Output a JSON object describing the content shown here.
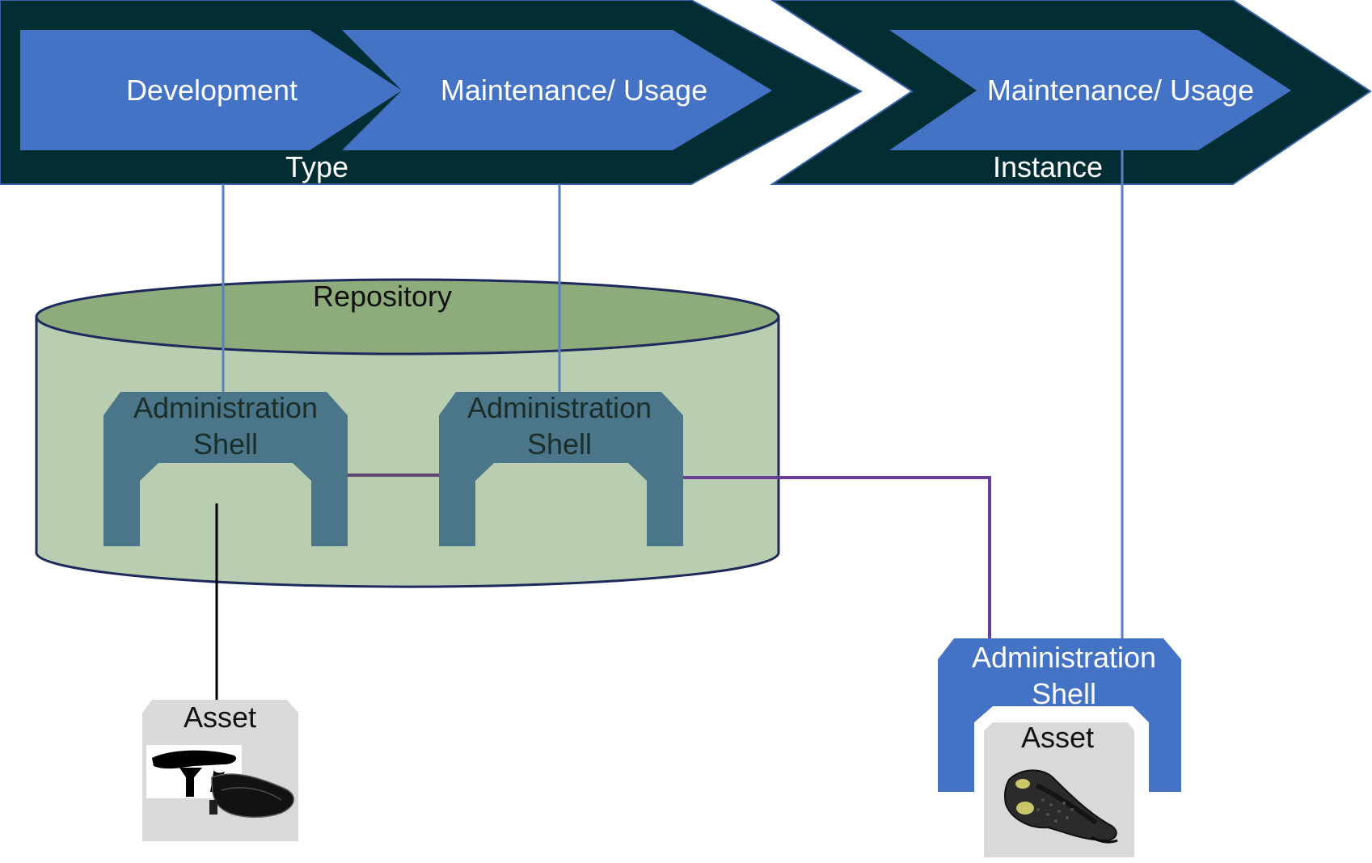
{
  "lifecycle": {
    "type_phase": {
      "label": "Type",
      "steps": [
        "Development",
        "Maintenance/ Usage"
      ]
    },
    "instance_phase": {
      "label": "Instance",
      "steps": [
        "Maintenance/ Usage"
      ]
    }
  },
  "repository": {
    "label": "Repository",
    "shells": [
      {
        "label_line1": "Administration",
        "label_line2": "Shell"
      },
      {
        "label_line1": "Administration",
        "label_line2": "Shell"
      }
    ]
  },
  "type_asset": {
    "label": "Asset",
    "image": "bike-saddle-type-image"
  },
  "instance_shell": {
    "label_line1": "Administration",
    "label_line2": "Shell",
    "asset": {
      "label": "Asset",
      "image": "bike-saddle-instance-image"
    }
  },
  "colors": {
    "dark_band": "#022e33",
    "chevron_blue": "#4472c4",
    "repository_fill": "#b9cdb0",
    "repository_top": "#8eab7c",
    "repository_outline": "#1f2a5c",
    "type_shell": "#4b7689",
    "asset_gray": "#d9d9d9",
    "connector_blue": "#5b7fc0",
    "connector_purple": "#6a3d9a"
  }
}
